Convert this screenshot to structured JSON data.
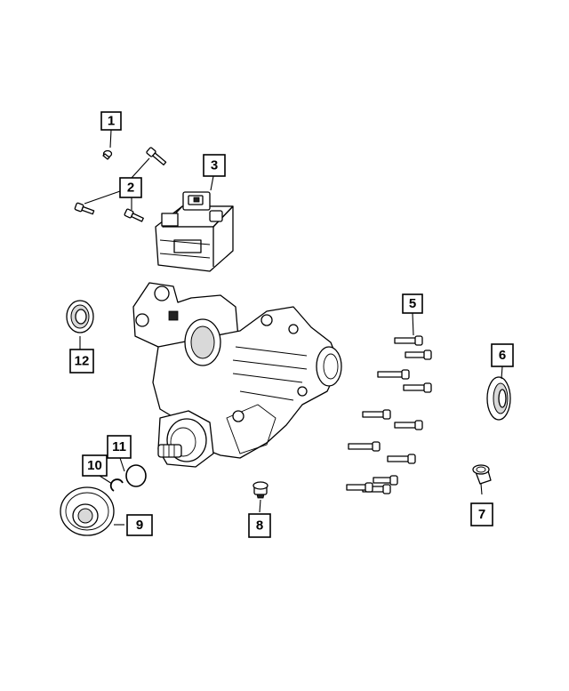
{
  "callouts": [
    {
      "id": "1",
      "label": "1"
    },
    {
      "id": "2",
      "label": "2"
    },
    {
      "id": "3",
      "label": "3"
    },
    {
      "id": "5",
      "label": "5"
    },
    {
      "id": "6",
      "label": "6"
    },
    {
      "id": "7",
      "label": "7"
    },
    {
      "id": "8",
      "label": "8"
    },
    {
      "id": "9",
      "label": "9"
    },
    {
      "id": "10",
      "label": "10"
    },
    {
      "id": "11",
      "label": "11"
    },
    {
      "id": "12",
      "label": "12"
    }
  ]
}
